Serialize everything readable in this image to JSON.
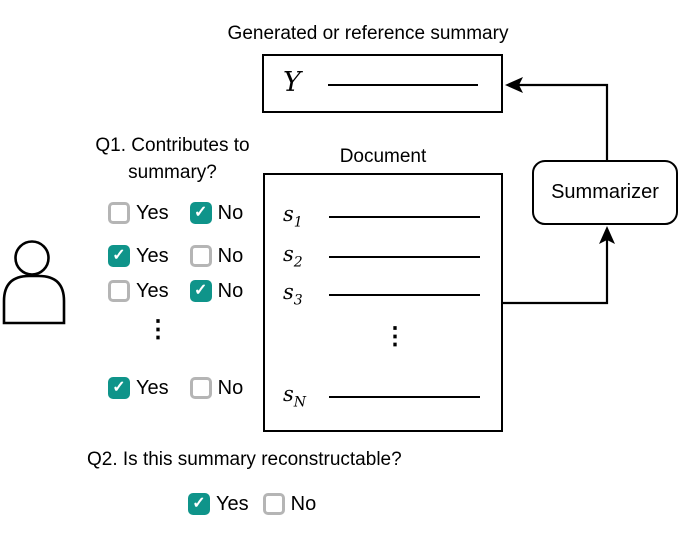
{
  "title": "Generated or reference summary",
  "summary_box": {
    "symbol": "Y"
  },
  "document": {
    "label": "Document",
    "rows": [
      {
        "var": "s",
        "sub": "1"
      },
      {
        "var": "s",
        "sub": "2"
      },
      {
        "var": "s",
        "sub": "3"
      },
      {
        "var": "s",
        "sub": "N"
      }
    ],
    "ellipsis": "⋮"
  },
  "summarizer": {
    "label": "Summarizer"
  },
  "q1": {
    "question_line1": "Q1. Contributes to",
    "question_line2": "summary?",
    "yes_label": "Yes",
    "no_label": "No",
    "ellipsis": "⋮",
    "rows": [
      {
        "yes_checked": false,
        "no_checked": true
      },
      {
        "yes_checked": true,
        "no_checked": false
      },
      {
        "yes_checked": false,
        "no_checked": true
      },
      {
        "yes_checked": true,
        "no_checked": false
      }
    ]
  },
  "q2": {
    "question": "Q2. Is this summary reconstructable?",
    "yes_label": "Yes",
    "no_label": "No",
    "yes_checked": true,
    "no_checked": false
  },
  "icons": {
    "checkmark": "✓",
    "person": "person-icon"
  },
  "colors": {
    "checkbox_fill": "#0f948a",
    "checkbox_border": "#b5b5b5",
    "ink": "#000000"
  }
}
